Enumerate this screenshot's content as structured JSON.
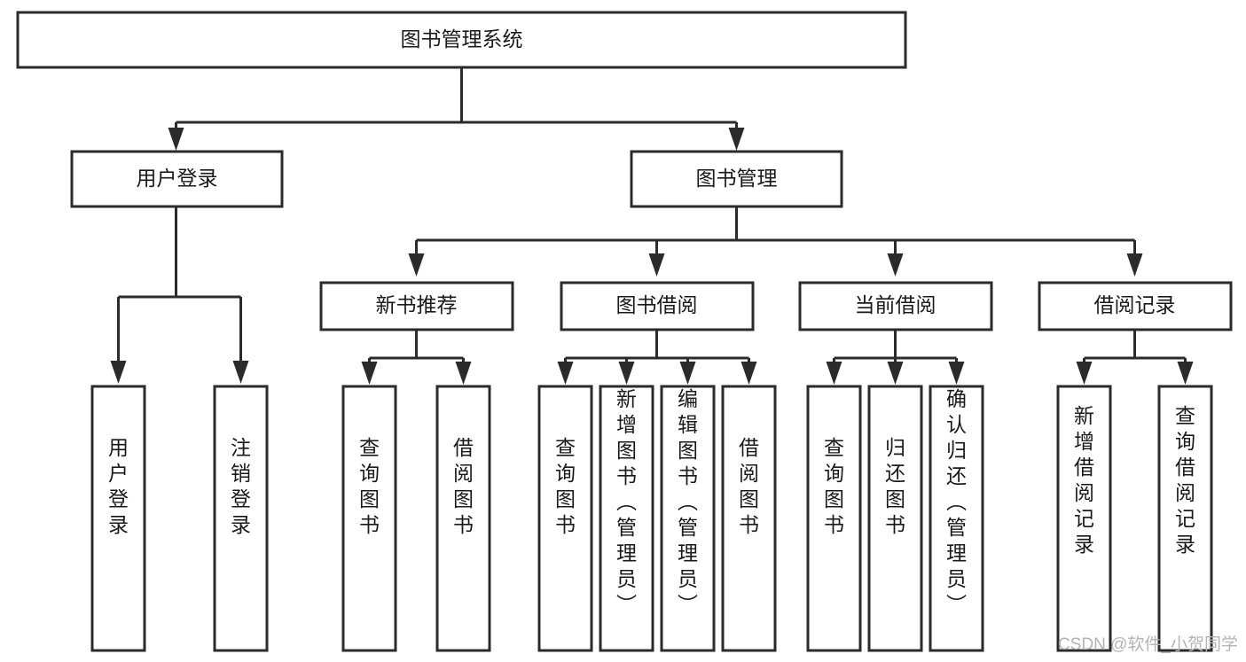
{
  "diagram": {
    "title": "图书管理系统",
    "type": "hierarchy-tree",
    "orientation": "top-down",
    "levels": 4,
    "colors": {
      "stroke": "#2b2b2b",
      "fill": "#ffffff",
      "text": "#1a1a1a",
      "background": "#ffffff",
      "watermark": "#b4b4b4"
    },
    "nodes": {
      "root": {
        "label": "图书管理系统",
        "level": 1,
        "text_orientation": "horizontal"
      },
      "l2": [
        {
          "id": "user-login",
          "label": "用户登录",
          "level": 2,
          "text_orientation": "horizontal"
        },
        {
          "id": "book-management",
          "label": "图书管理",
          "level": 2,
          "text_orientation": "horizontal"
        }
      ],
      "l3": [
        {
          "id": "new-book-recommend",
          "label": "新书推荐",
          "level": 3,
          "text_orientation": "horizontal",
          "parent": "book-management"
        },
        {
          "id": "book-borrow",
          "label": "图书借阅",
          "level": 3,
          "text_orientation": "horizontal",
          "parent": "book-management"
        },
        {
          "id": "current-borrow",
          "label": "当前借阅",
          "level": 3,
          "text_orientation": "horizontal",
          "parent": "book-management"
        },
        {
          "id": "borrow-record",
          "label": "借阅记录",
          "level": 3,
          "text_orientation": "horizontal",
          "parent": "book-management"
        }
      ],
      "leaves": [
        {
          "id": "leaf-user-login",
          "label": "用户登录",
          "parent": "user-login",
          "text_orientation": "vertical"
        },
        {
          "id": "leaf-logout-login",
          "label": "注销登录",
          "parent": "user-login",
          "text_orientation": "vertical"
        },
        {
          "id": "leaf-query-book-1",
          "label": "查询图书",
          "parent": "new-book-recommend",
          "text_orientation": "vertical"
        },
        {
          "id": "leaf-borrow-book-1",
          "label": "借阅图书",
          "parent": "new-book-recommend",
          "text_orientation": "vertical"
        },
        {
          "id": "leaf-query-book-2",
          "label": "查询图书",
          "parent": "book-borrow",
          "text_orientation": "vertical"
        },
        {
          "id": "leaf-add-book-admin",
          "label": "新增图书（管理员）",
          "parent": "book-borrow",
          "text_orientation": "vertical"
        },
        {
          "id": "leaf-edit-book-admin",
          "label": "编辑图书（管理员）",
          "parent": "book-borrow",
          "text_orientation": "vertical"
        },
        {
          "id": "leaf-borrow-book-2",
          "label": "借阅图书",
          "parent": "book-borrow",
          "text_orientation": "vertical"
        },
        {
          "id": "leaf-query-book-3",
          "label": "查询图书",
          "parent": "current-borrow",
          "text_orientation": "vertical"
        },
        {
          "id": "leaf-return-book",
          "label": "归还图书",
          "parent": "current-borrow",
          "text_orientation": "vertical"
        },
        {
          "id": "leaf-confirm-return-admin",
          "label": "确认归还（管理员）",
          "parent": "current-borrow",
          "text_orientation": "vertical"
        },
        {
          "id": "leaf-add-borrow-record",
          "label": "新增借阅记录",
          "parent": "borrow-record",
          "text_orientation": "vertical"
        },
        {
          "id": "leaf-query-borrow-record",
          "label": "查询借阅记录",
          "parent": "borrow-record",
          "text_orientation": "vertical"
        }
      ]
    }
  },
  "watermark": {
    "text": "CSDN @软件_小贺同学"
  }
}
